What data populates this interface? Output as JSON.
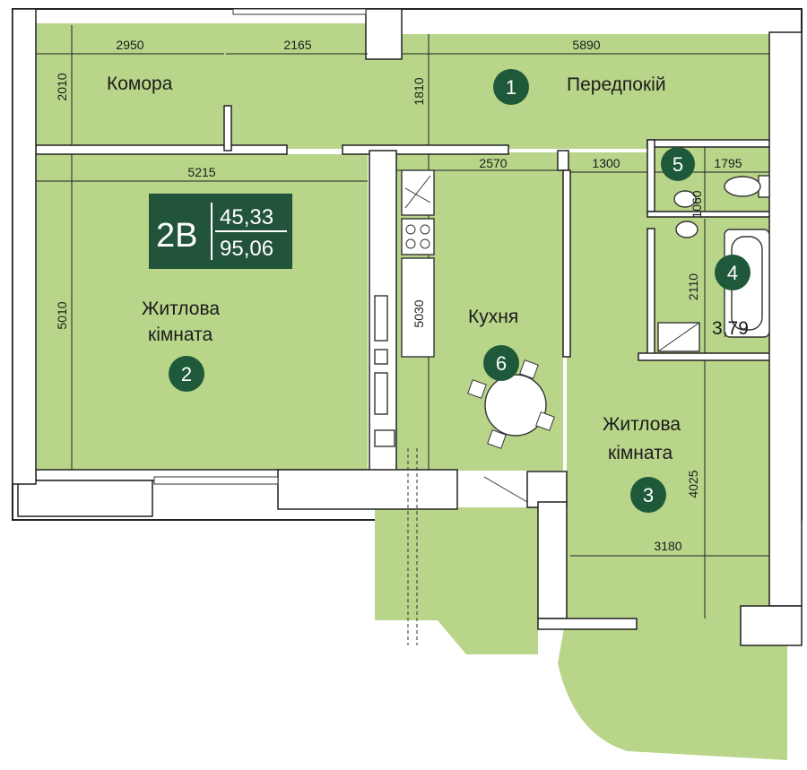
{
  "colors": {
    "room_fill": "#b8d58a",
    "marker_fill": "#1e5a3a",
    "badge_fill": "#22543b",
    "wall": "#ffffff",
    "line": "#222222"
  },
  "badge": {
    "type": "2B",
    "living_area": "45,33",
    "total_area": "95,06"
  },
  "rooms": [
    {
      "number": "1",
      "label": "Передпокій"
    },
    {
      "number": "2",
      "label_line1": "Житлова",
      "label_line2": "кімната"
    },
    {
      "number": "3",
      "label_line1": "Житлова",
      "label_line2": "кімната"
    },
    {
      "number": "4",
      "area": "3,79"
    },
    {
      "number": "5"
    },
    {
      "number": "6",
      "label": "Кухня"
    }
  ],
  "storage_label": "Комора",
  "dimensions": {
    "storage_width": "2950",
    "storage_mid": "2165",
    "hall_width": "5890",
    "storage_height": "2010",
    "hall_height": "1810",
    "room2_width": "5215",
    "room2_height": "5010",
    "kitchen_width": "2570",
    "kitchen_height": "5030",
    "corridor_width": "1300",
    "wc_width": "1795",
    "wc_height": "1060",
    "bath_height": "2110",
    "room3_height": "4025",
    "room3_width": "3180"
  },
  "icons": [
    "toilet-icon",
    "sink-icon",
    "bathtub-icon",
    "shower-tray-icon",
    "stove-icon",
    "kitchen-sink-icon",
    "dining-table-icon",
    "radiator-icon"
  ]
}
